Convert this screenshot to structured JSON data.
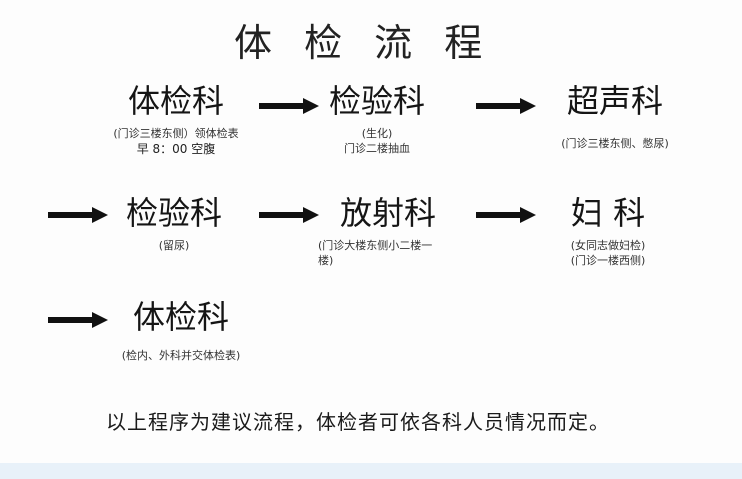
{
  "title": "体 检 流 程",
  "steps": [
    {
      "dept": "体检科",
      "note": "(门诊三楼东侧）领体检表",
      "note2": "早 8：00 空腹"
    },
    {
      "dept": "检验科",
      "note": "(生化)",
      "note2": "门诊二楼抽血"
    },
    {
      "dept": "超声科",
      "note": "(门诊三楼东侧、憋尿)",
      "note2": ""
    },
    {
      "dept": "检验科",
      "note": "(留尿)",
      "note2": ""
    },
    {
      "dept": "放射科",
      "note": "(门诊大楼东侧小二楼一",
      "note2": "楼)"
    },
    {
      "dept": "妇 科",
      "note": "(女同志做妇检)",
      "note2": "(门诊一楼西侧)"
    },
    {
      "dept": "体检科",
      "note": "(检内、外科并交体检表)",
      "note2": ""
    }
  ],
  "footer": "以上程序为建议流程，体检者可依各科人员情况而定。",
  "colors": {
    "ink": "#151515",
    "arrow": "#111111",
    "strip": "#e8f1f9"
  }
}
